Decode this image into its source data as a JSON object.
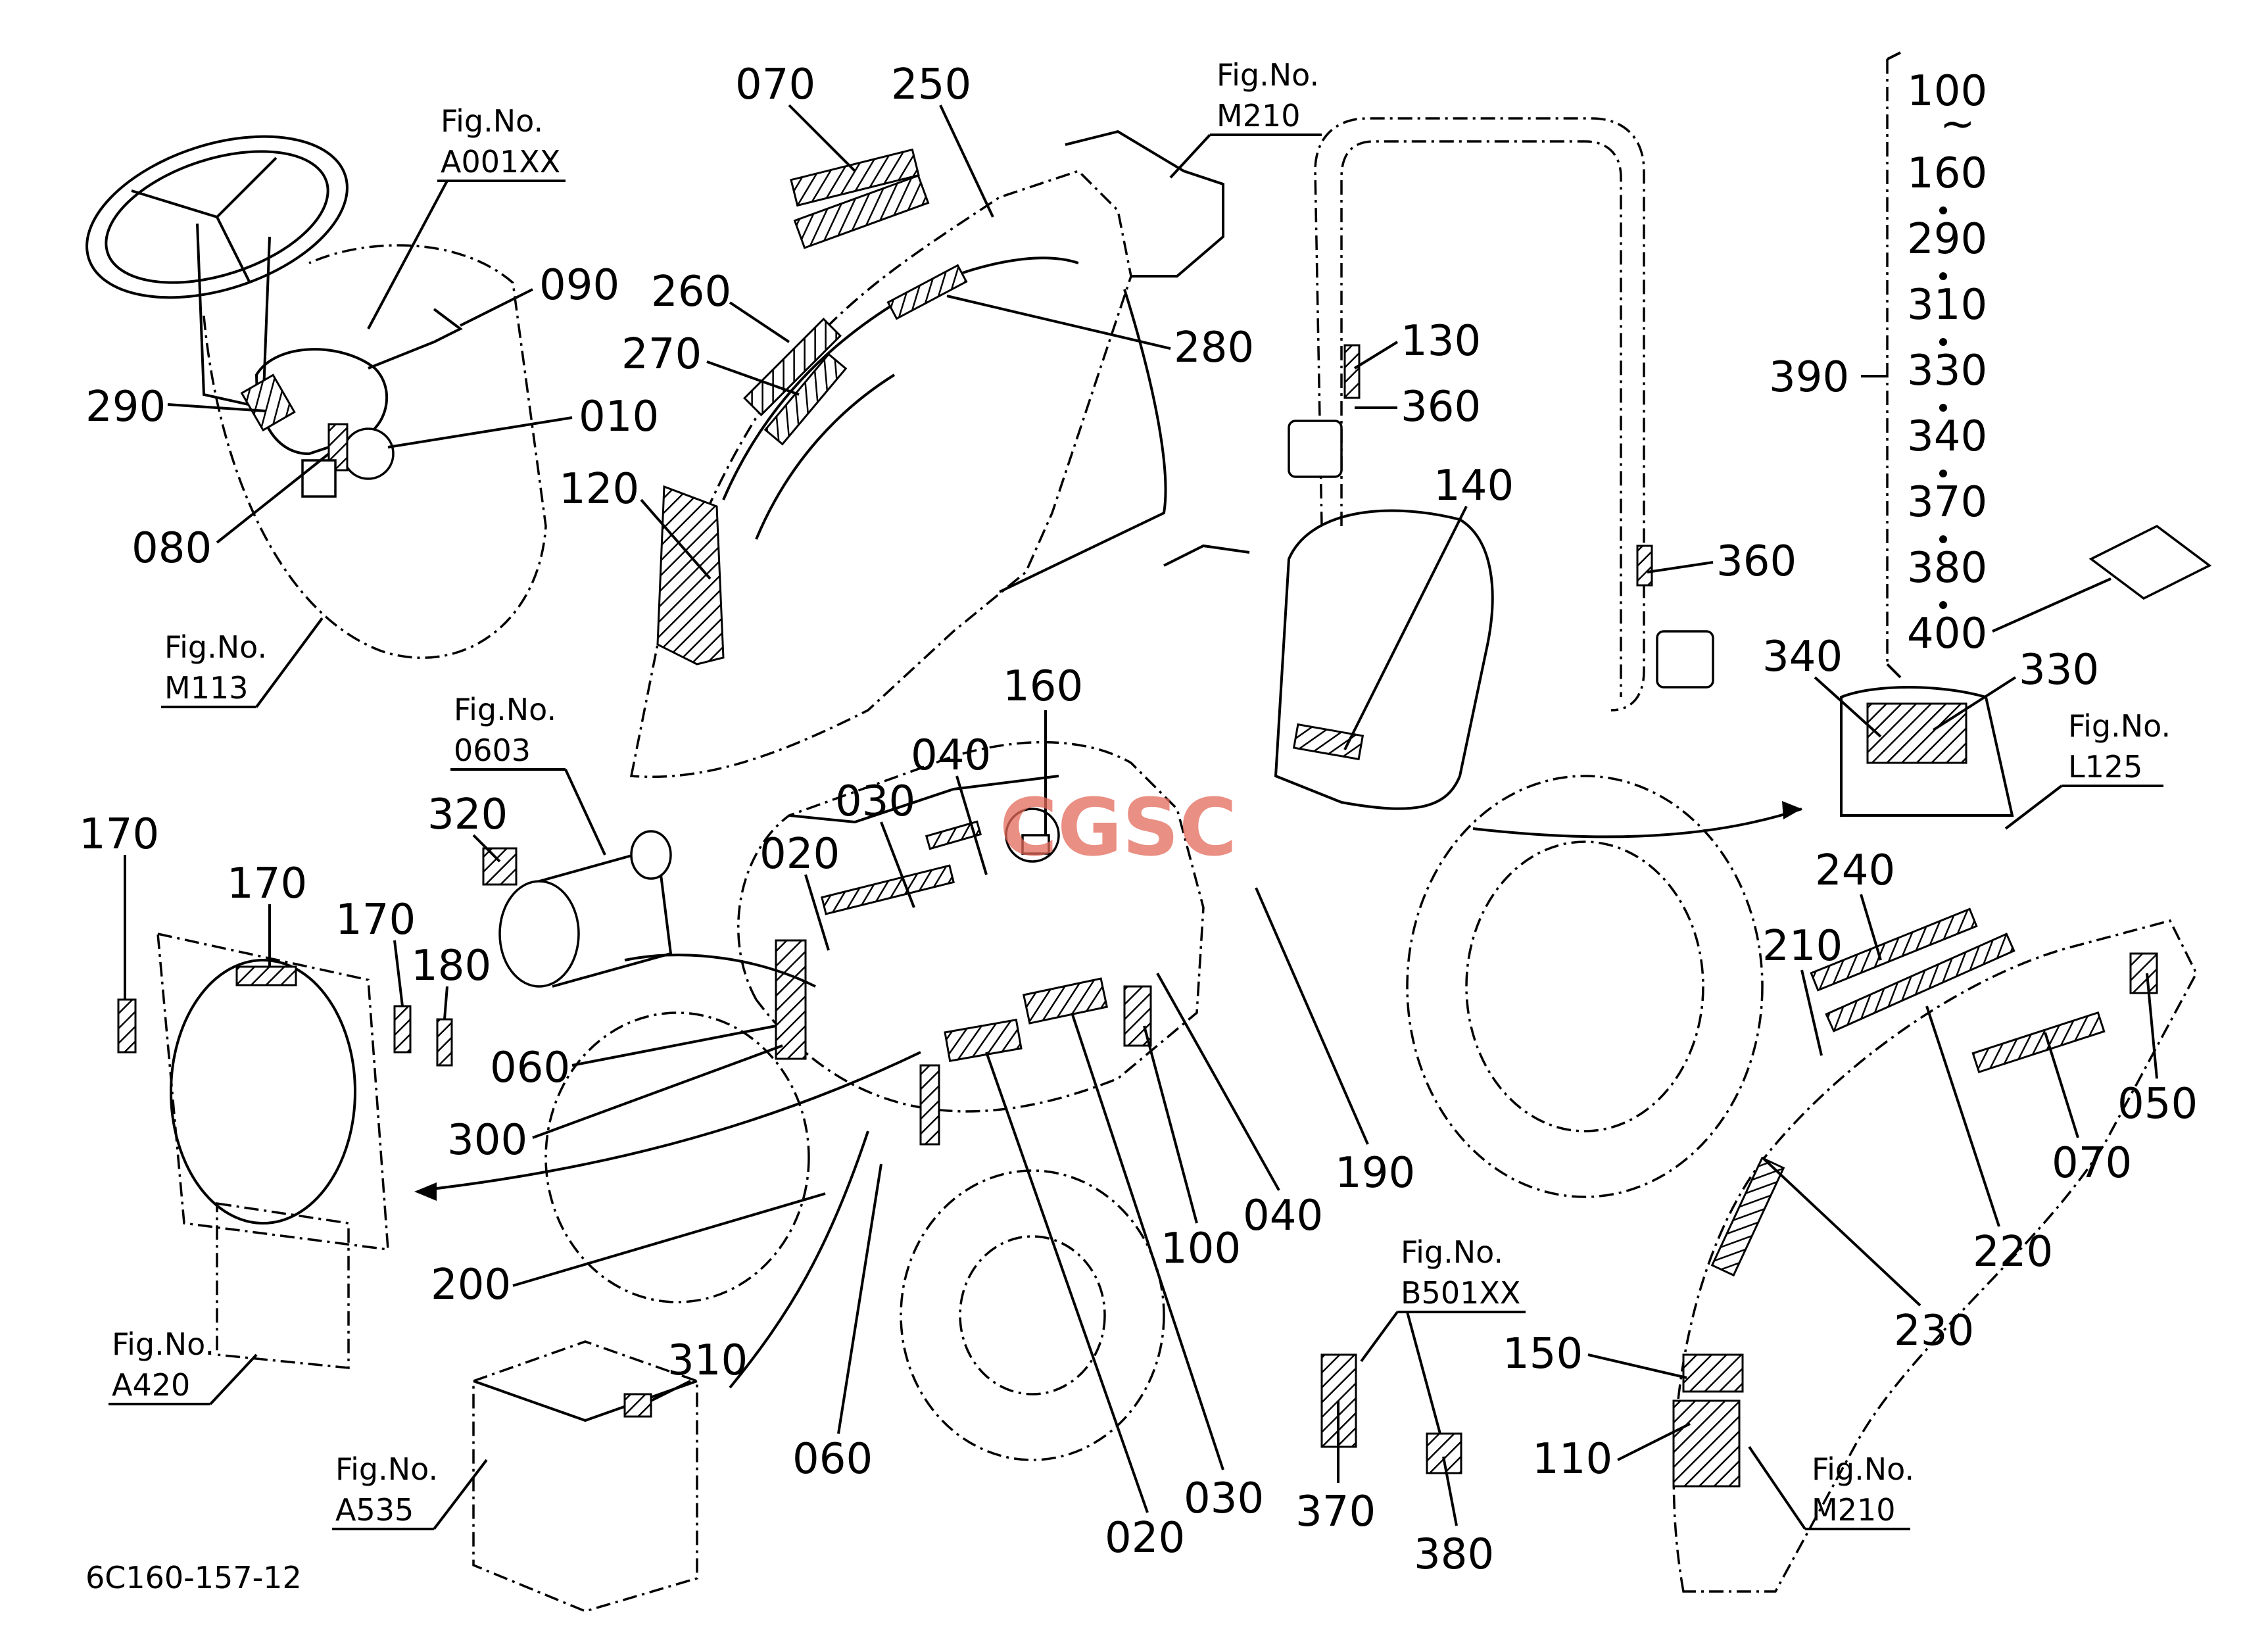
{
  "doc_code": "6C160-157-12",
  "watermark": "CGSC",
  "colors": {
    "watermark_blue": "#4a7fd8",
    "watermark_red": "#e46a5a",
    "watermark_yellow": "#f0c040",
    "watermark_green": "#5fb86a",
    "ink": "#000000"
  },
  "fig_refs": [
    {
      "id": "a001xx",
      "label": "Fig.No.",
      "code": "A001XX"
    },
    {
      "id": "m210-top",
      "label": "Fig.No.",
      "code": "M210"
    },
    {
      "id": "m113",
      "label": "Fig.No.",
      "code": "M113"
    },
    {
      "id": "0603",
      "label": "Fig.No.",
      "code": "0603"
    },
    {
      "id": "l125",
      "label": "Fig.No.",
      "code": "L125"
    },
    {
      "id": "a420",
      "label": "Fig.No.",
      "code": "A420"
    },
    {
      "id": "a535",
      "label": "Fig.No.",
      "code": "A535"
    },
    {
      "id": "b501xx",
      "label": "Fig.No.",
      "code": "B501XX"
    },
    {
      "id": "m210-bottom",
      "label": "Fig.No.",
      "code": "M210"
    }
  ],
  "callouts": [
    {
      "id": "070-top",
      "text": "070"
    },
    {
      "id": "250",
      "text": "250"
    },
    {
      "id": "090",
      "text": "090"
    },
    {
      "id": "260",
      "text": "260"
    },
    {
      "id": "270",
      "text": "270"
    },
    {
      "id": "280",
      "text": "280"
    },
    {
      "id": "130",
      "text": "130"
    },
    {
      "id": "360-upper",
      "text": "360"
    },
    {
      "id": "290",
      "text": "290"
    },
    {
      "id": "010",
      "text": "010"
    },
    {
      "id": "080",
      "text": "080"
    },
    {
      "id": "120",
      "text": "120"
    },
    {
      "id": "140",
      "text": "140"
    },
    {
      "id": "360-lower",
      "text": "360"
    },
    {
      "id": "160",
      "text": "160"
    },
    {
      "id": "040-top",
      "text": "040"
    },
    {
      "id": "030-top",
      "text": "030"
    },
    {
      "id": "020-top",
      "text": "020"
    },
    {
      "id": "320",
      "text": "320"
    },
    {
      "id": "170-a",
      "text": "170"
    },
    {
      "id": "170-b",
      "text": "170"
    },
    {
      "id": "170-c",
      "text": "170"
    },
    {
      "id": "180",
      "text": "180"
    },
    {
      "id": "060-upper",
      "text": "060"
    },
    {
      "id": "300",
      "text": "300"
    },
    {
      "id": "200",
      "text": "200"
    },
    {
      "id": "310",
      "text": "310"
    },
    {
      "id": "060-lower",
      "text": "060"
    },
    {
      "id": "020-bottom",
      "text": "020"
    },
    {
      "id": "030-bottom",
      "text": "030"
    },
    {
      "id": "100",
      "text": "100"
    },
    {
      "id": "040-bottom",
      "text": "040"
    },
    {
      "id": "190",
      "text": "190"
    },
    {
      "id": "340",
      "text": "340"
    },
    {
      "id": "330",
      "text": "330"
    },
    {
      "id": "240",
      "text": "240"
    },
    {
      "id": "210",
      "text": "210"
    },
    {
      "id": "050",
      "text": "050"
    },
    {
      "id": "070-right",
      "text": "070"
    },
    {
      "id": "220",
      "text": "220"
    },
    {
      "id": "230",
      "text": "230"
    },
    {
      "id": "150",
      "text": "150"
    },
    {
      "id": "110",
      "text": "110"
    },
    {
      "id": "370",
      "text": "370"
    },
    {
      "id": "380",
      "text": "380"
    },
    {
      "id": "390",
      "text": "390"
    }
  ],
  "set_list": {
    "items": [
      "100",
      "~",
      "160",
      "290",
      "310",
      "330",
      "340",
      "370",
      "380",
      "400"
    ]
  }
}
